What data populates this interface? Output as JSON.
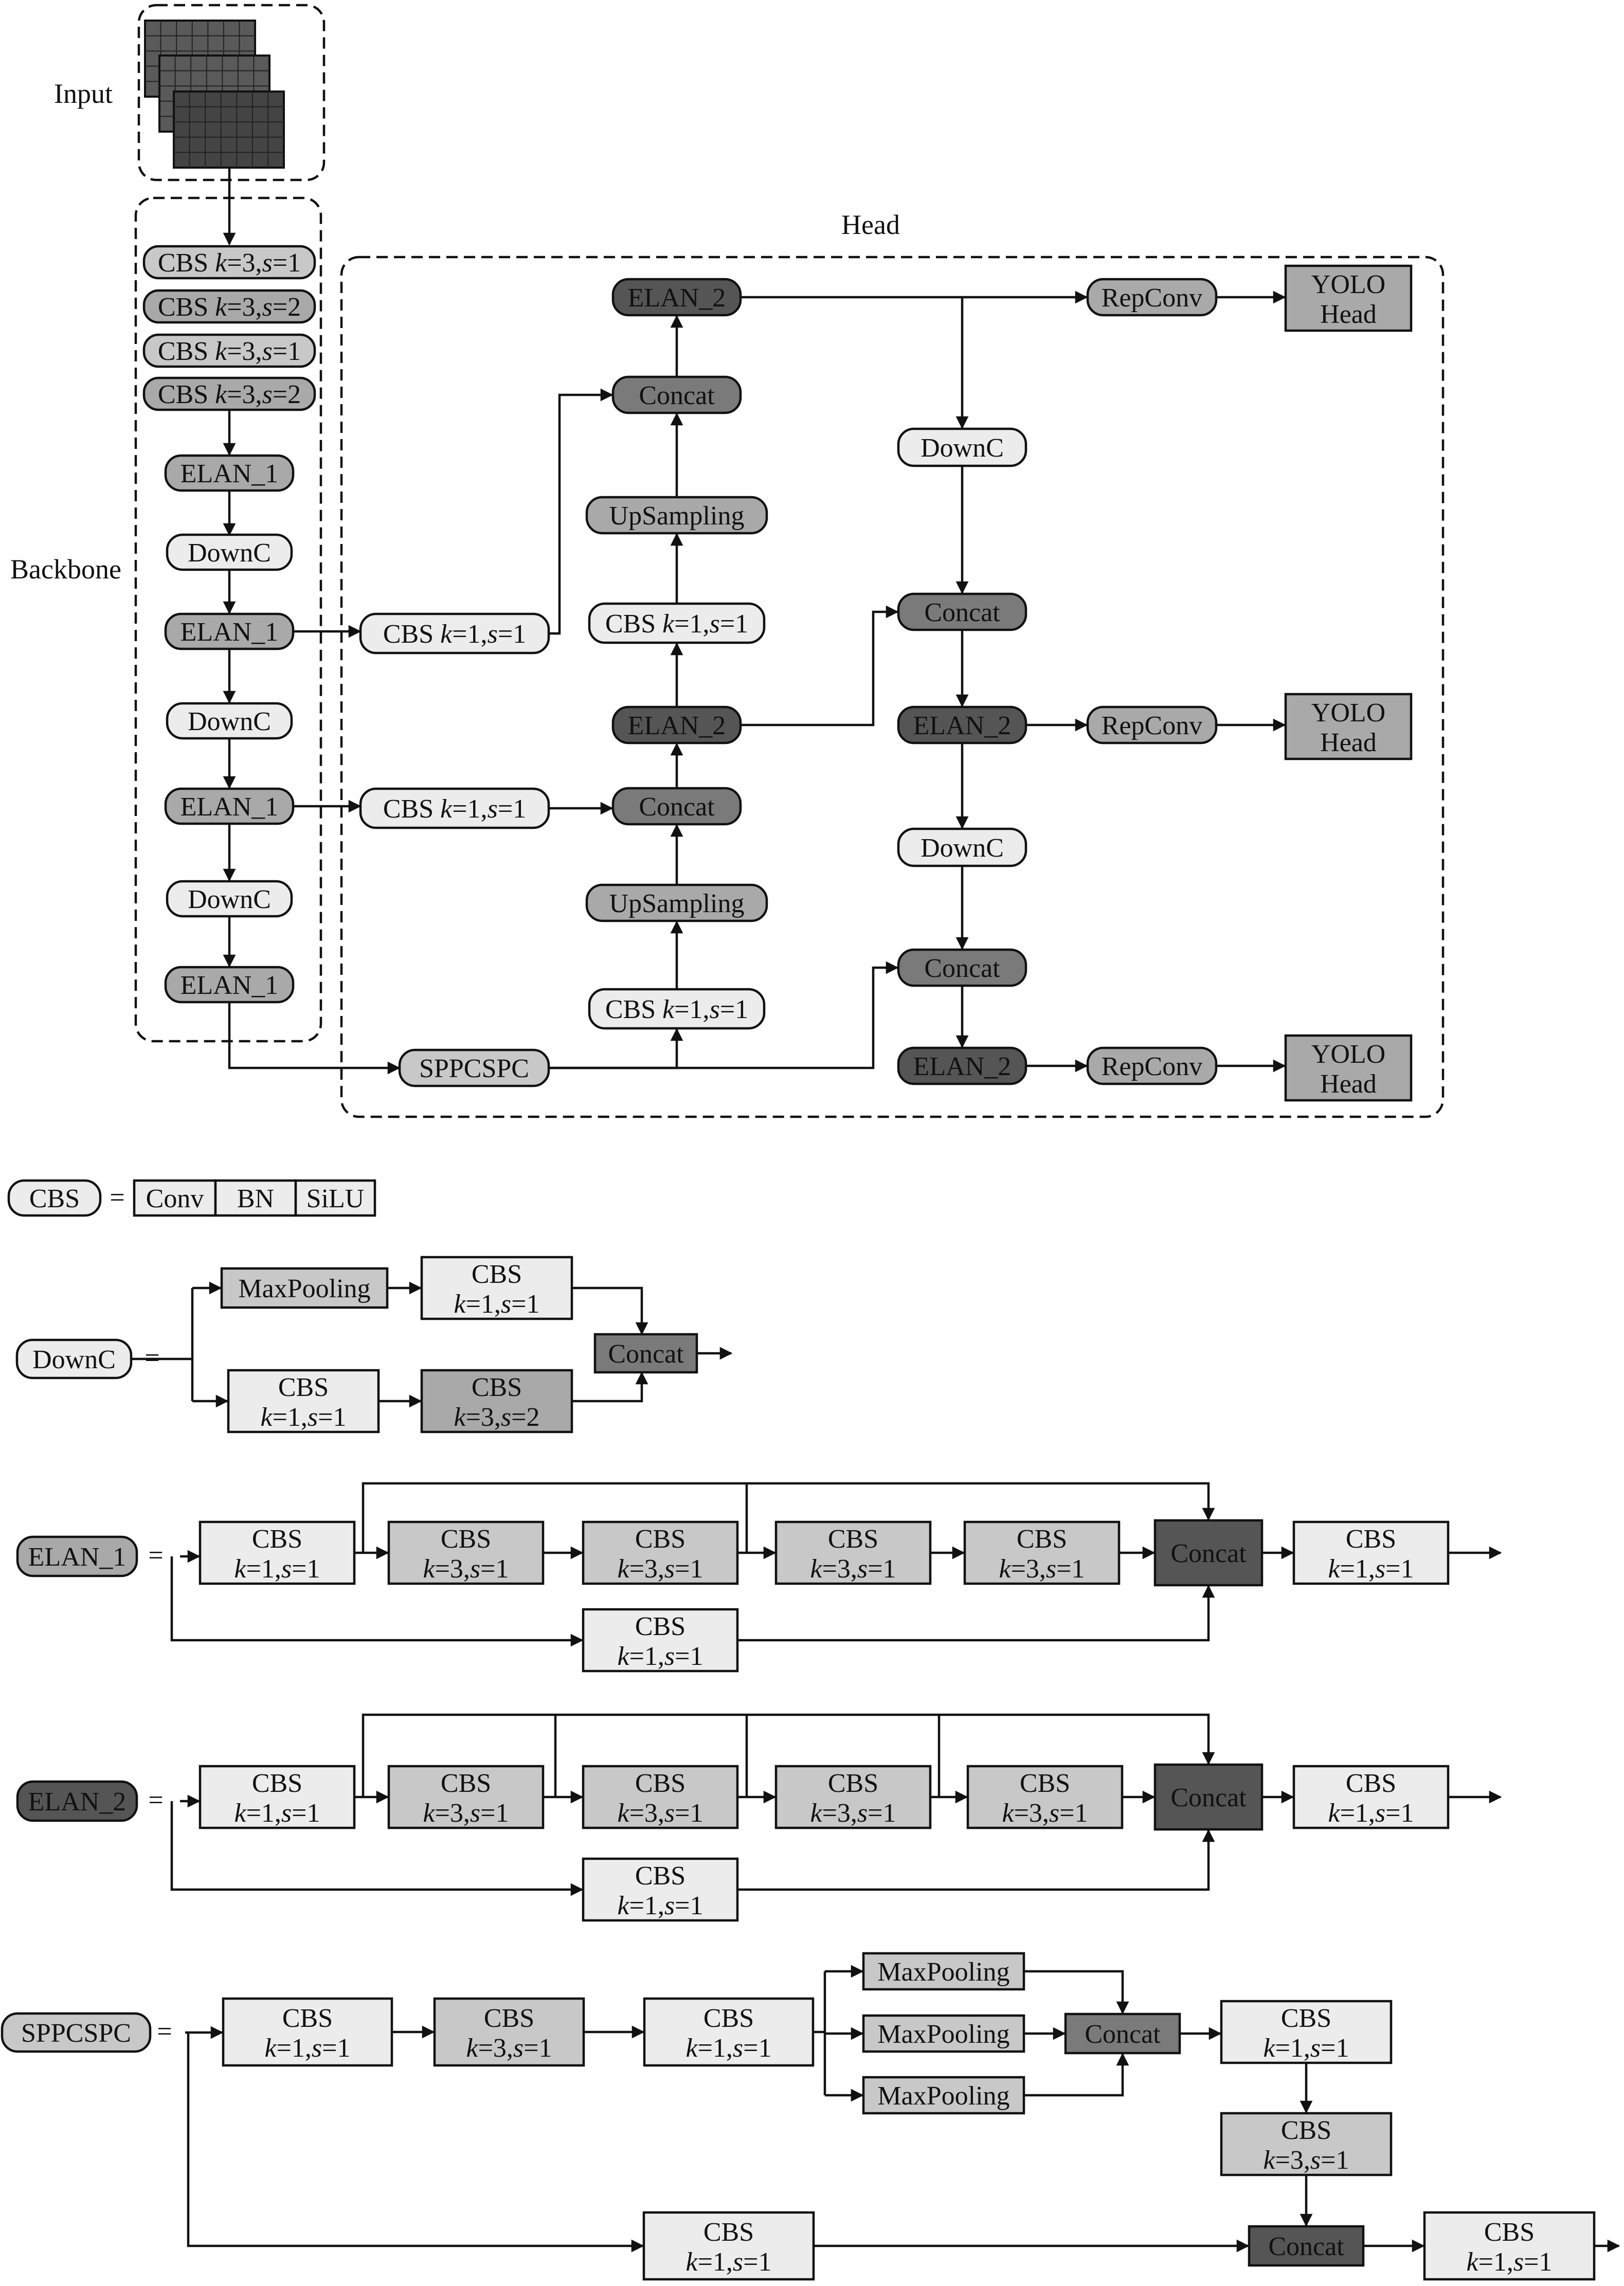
{
  "labels": {
    "input": "Input",
    "backbone": "Backbone",
    "head": "Head"
  },
  "colors": {
    "c1": "#ececec",
    "c2": "#c8c8c8",
    "c3": "#a9a9a9",
    "c4": "#7a7a7a",
    "c5": "#555555",
    "line": "#111111"
  },
  "nodes": [
    {
      "id": "b1",
      "lines": [
        "CBS ",
        {
          "i": "k"
        },
        "=3,",
        {
          "i": "s"
        },
        "=1"
      ],
      "fill": "c2"
    },
    {
      "id": "b2",
      "lines": [
        "CBS ",
        {
          "i": "k"
        },
        "=3,",
        {
          "i": "s"
        },
        "=2"
      ],
      "fill": "c3"
    },
    {
      "id": "b3",
      "lines": [
        "CBS ",
        {
          "i": "k"
        },
        "=3,",
        {
          "i": "s"
        },
        "=1"
      ],
      "fill": "c2"
    },
    {
      "id": "b4",
      "lines": [
        "CBS ",
        {
          "i": "k"
        },
        "=3,",
        {
          "i": "s"
        },
        "=2"
      ],
      "fill": "c3"
    },
    {
      "id": "b_elan1_a",
      "text": "ELAN_1",
      "fill": "c3"
    },
    {
      "id": "b_downc_a",
      "text": "DownC",
      "fill": "c1"
    },
    {
      "id": "b_elan1_b",
      "text": "ELAN_1",
      "fill": "c3"
    },
    {
      "id": "b_downc_b",
      "text": "DownC",
      "fill": "c1"
    },
    {
      "id": "b_elan1_c",
      "text": "ELAN_1",
      "fill": "c3"
    },
    {
      "id": "b_downc_c",
      "text": "DownC",
      "fill": "c1"
    },
    {
      "id": "b_elan1_d",
      "text": "ELAN_1",
      "fill": "c3"
    },
    {
      "id": "h_elan2_top",
      "text": "ELAN_2",
      "fill": "c5"
    },
    {
      "id": "h_concat1",
      "text": "Concat",
      "fill": "c4"
    },
    {
      "id": "h_up1",
      "text": "UpSampling",
      "fill": "c3"
    },
    {
      "id": "h_cbs_b",
      "lines": [
        "CBS ",
        {
          "i": "k"
        },
        "=1,",
        {
          "i": "s"
        },
        "=1"
      ],
      "fill": "c1"
    },
    {
      "id": "h_elan2_mid",
      "text": "ELAN_2",
      "fill": "c5"
    },
    {
      "id": "h_concat2",
      "text": "Concat",
      "fill": "c4"
    },
    {
      "id": "h_up2",
      "text": "UpSampling",
      "fill": "c3"
    },
    {
      "id": "h_cbs_c",
      "lines": [
        "CBS ",
        {
          "i": "k"
        },
        "=1,",
        {
          "i": "s"
        },
        "=1"
      ],
      "fill": "c1"
    },
    {
      "id": "h_cbs_lat1",
      "lines": [
        "CBS ",
        {
          "i": "k"
        },
        "=1,",
        {
          "i": "s"
        },
        "=1"
      ],
      "fill": "c1"
    },
    {
      "id": "h_cbs_lat2",
      "lines": [
        "CBS ",
        {
          "i": "k"
        },
        "=1,",
        {
          "i": "s"
        },
        "=1"
      ],
      "fill": "c1"
    },
    {
      "id": "h_sppcspc",
      "text": "SPPCSPC",
      "fill": "c2"
    },
    {
      "id": "h_downc_1",
      "text": "DownC",
      "fill": "c1"
    },
    {
      "id": "h_concat3",
      "text": "Concat",
      "fill": "c4"
    },
    {
      "id": "h_elan2_r1",
      "text": "ELAN_2",
      "fill": "c5"
    },
    {
      "id": "h_downc_2",
      "text": "DownC",
      "fill": "c1"
    },
    {
      "id": "h_concat4",
      "text": "Concat",
      "fill": "c4"
    },
    {
      "id": "h_elan2_r2",
      "text": "ELAN_2",
      "fill": "c5"
    },
    {
      "id": "h_rep1",
      "text": "RepConv",
      "fill": "c3"
    },
    {
      "id": "h_rep2",
      "text": "RepConv",
      "fill": "c3"
    },
    {
      "id": "h_rep3",
      "text": "RepConv",
      "fill": "c3"
    },
    {
      "id": "h_yolo1",
      "lines": [
        "YOLO",
        "Head"
      ],
      "fill": "c3"
    },
    {
      "id": "h_yolo2",
      "lines": [
        "YOLO",
        "Head"
      ],
      "fill": "c3"
    },
    {
      "id": "h_yolo3",
      "lines": [
        "YOLO",
        "Head"
      ],
      "fill": "c3"
    },
    {
      "id": "leg_cbs",
      "text": "CBS",
      "fill": "c1"
    },
    {
      "id": "leg_conv",
      "text": "Conv",
      "fill": "c1"
    },
    {
      "id": "leg_bn",
      "text": "BN",
      "fill": "c1"
    },
    {
      "id": "leg_silu",
      "text": "SiLU",
      "fill": "c1"
    },
    {
      "id": "dc_label",
      "text": "DownC",
      "fill": "c1"
    },
    {
      "id": "dc_maxpool",
      "text": "MaxPooling",
      "fill": "c2"
    },
    {
      "id": "dc_cbs_top",
      "lines": [
        "CBS",
        [
          {
            "i": "k"
          },
          "=1,",
          {
            "i": "s"
          },
          "=1"
        ]
      ],
      "fill": "c1"
    },
    {
      "id": "dc_cbs_bot",
      "lines": [
        "CBS",
        [
          {
            "i": "k"
          },
          "=1,",
          {
            "i": "s"
          },
          "=1"
        ]
      ],
      "fill": "c1"
    },
    {
      "id": "dc_cbs_s2",
      "lines": [
        "CBS",
        [
          {
            "i": "k"
          },
          "=3,",
          {
            "i": "s"
          },
          "=2"
        ]
      ],
      "fill": "c3"
    },
    {
      "id": "dc_concat",
      "text": "Concat",
      "fill": "c4"
    },
    {
      "id": "e1_label",
      "text": "ELAN_1",
      "fill": "c3"
    },
    {
      "id": "e1_cbs1",
      "lines": [
        "CBS",
        [
          {
            "i": "k"
          },
          "=1,",
          {
            "i": "s"
          },
          "=1"
        ]
      ],
      "fill": "c1"
    },
    {
      "id": "e1_cbs2",
      "lines": [
        "CBS",
        [
          {
            "i": "k"
          },
          "=3,",
          {
            "i": "s"
          },
          "=1"
        ]
      ],
      "fill": "c2"
    },
    {
      "id": "e1_cbs3",
      "lines": [
        "CBS",
        [
          {
            "i": "k"
          },
          "=3,",
          {
            "i": "s"
          },
          "=1"
        ]
      ],
      "fill": "c2"
    },
    {
      "id": "e1_cbs4",
      "lines": [
        "CBS",
        [
          {
            "i": "k"
          },
          "=3,",
          {
            "i": "s"
          },
          "=1"
        ]
      ],
      "fill": "c2"
    },
    {
      "id": "e1_cbs5",
      "lines": [
        "CBS",
        [
          {
            "i": "k"
          },
          "=3,",
          {
            "i": "s"
          },
          "=1"
        ]
      ],
      "fill": "c2"
    },
    {
      "id": "e1_concat",
      "text": "Concat",
      "fill": "c5"
    },
    {
      "id": "e1_out",
      "lines": [
        "CBS",
        [
          {
            "i": "k"
          },
          "=1,",
          {
            "i": "s"
          },
          "=1"
        ]
      ],
      "fill": "c1"
    },
    {
      "id": "e1_bypass",
      "lines": [
        "CBS",
        [
          {
            "i": "k"
          },
          "=1,",
          {
            "i": "s"
          },
          "=1"
        ]
      ],
      "fill": "c1"
    },
    {
      "id": "e2_label",
      "text": "ELAN_2",
      "fill": "c5"
    },
    {
      "id": "e2_cbs1",
      "lines": [
        "CBS",
        [
          {
            "i": "k"
          },
          "=1,",
          {
            "i": "s"
          },
          "=1"
        ]
      ],
      "fill": "c1"
    },
    {
      "id": "e2_cbs2",
      "lines": [
        "CBS",
        [
          {
            "i": "k"
          },
          "=3,",
          {
            "i": "s"
          },
          "=1"
        ]
      ],
      "fill": "c2"
    },
    {
      "id": "e2_cbs3",
      "lines": [
        "CBS",
        [
          {
            "i": "k"
          },
          "=3,",
          {
            "i": "s"
          },
          "=1"
        ]
      ],
      "fill": "c2"
    },
    {
      "id": "e2_cbs4",
      "lines": [
        "CBS",
        [
          {
            "i": "k"
          },
          "=3,",
          {
            "i": "s"
          },
          "=1"
        ]
      ],
      "fill": "c2"
    },
    {
      "id": "e2_cbs5",
      "lines": [
        "CBS",
        [
          {
            "i": "k"
          },
          "=3,",
          {
            "i": "s"
          },
          "=1"
        ]
      ],
      "fill": "c2"
    },
    {
      "id": "e2_concat",
      "text": "Concat",
      "fill": "c5"
    },
    {
      "id": "e2_out",
      "lines": [
        "CBS",
        [
          {
            "i": "k"
          },
          "=1,",
          {
            "i": "s"
          },
          "=1"
        ]
      ],
      "fill": "c1"
    },
    {
      "id": "e2_bypass",
      "lines": [
        "CBS",
        [
          {
            "i": "k"
          },
          "=1,",
          {
            "i": "s"
          },
          "=1"
        ]
      ],
      "fill": "c1"
    },
    {
      "id": "sp_label",
      "text": "SPPCSPC",
      "fill": "c2"
    },
    {
      "id": "sp_cbs1",
      "lines": [
        "CBS",
        [
          {
            "i": "k"
          },
          "=1,",
          {
            "i": "s"
          },
          "=1"
        ]
      ],
      "fill": "c1"
    },
    {
      "id": "sp_cbs2",
      "lines": [
        "CBS",
        [
          {
            "i": "k"
          },
          "=3,",
          {
            "i": "s"
          },
          "=1"
        ]
      ],
      "fill": "c2"
    },
    {
      "id": "sp_cbs3",
      "lines": [
        "CBS",
        [
          {
            "i": "k"
          },
          "=1,",
          {
            "i": "s"
          },
          "=1"
        ]
      ],
      "fill": "c1"
    },
    {
      "id": "sp_mp1",
      "text": "MaxPooling",
      "fill": "c2"
    },
    {
      "id": "sp_mp2",
      "text": "MaxPooling",
      "fill": "c2"
    },
    {
      "id": "sp_mp3",
      "text": "MaxPooling",
      "fill": "c2"
    },
    {
      "id": "sp_concat1",
      "text": "Concat",
      "fill": "c4"
    },
    {
      "id": "sp_cbs4",
      "lines": [
        "CBS",
        [
          {
            "i": "k"
          },
          "=1,",
          {
            "i": "s"
          },
          "=1"
        ]
      ],
      "fill": "c1"
    },
    {
      "id": "sp_cbs5",
      "lines": [
        "CBS",
        [
          {
            "i": "k"
          },
          "=3,",
          {
            "i": "s"
          },
          "=1"
        ]
      ],
      "fill": "c2"
    },
    {
      "id": "sp_bypass",
      "lines": [
        "CBS",
        [
          {
            "i": "k"
          },
          "=1,",
          {
            "i": "s"
          },
          "=1"
        ]
      ],
      "fill": "c1"
    },
    {
      "id": "sp_concat2",
      "text": "Concat",
      "fill": "c5"
    },
    {
      "id": "sp_out",
      "lines": [
        "CBS",
        [
          {
            "i": "k"
          },
          "=1,",
          {
            "i": "s"
          },
          "=1"
        ]
      ],
      "fill": "c1"
    }
  ],
  "equals_sign": "="
}
